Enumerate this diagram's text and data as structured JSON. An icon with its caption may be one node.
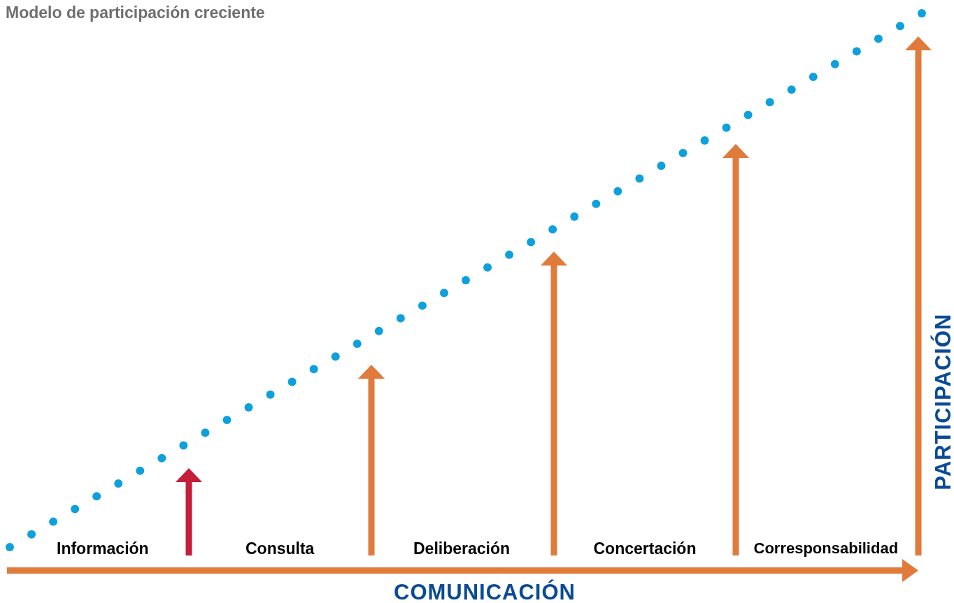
{
  "diagram": {
    "title": "Modelo de participación creciente",
    "labels": [
      "Información",
      "Consulta",
      "Deliberación",
      "Concertación",
      "Corresponsabilidad",
      "COMUNICACIÓN",
      "PARTICIPACIÓN"
    ]
  }
}
